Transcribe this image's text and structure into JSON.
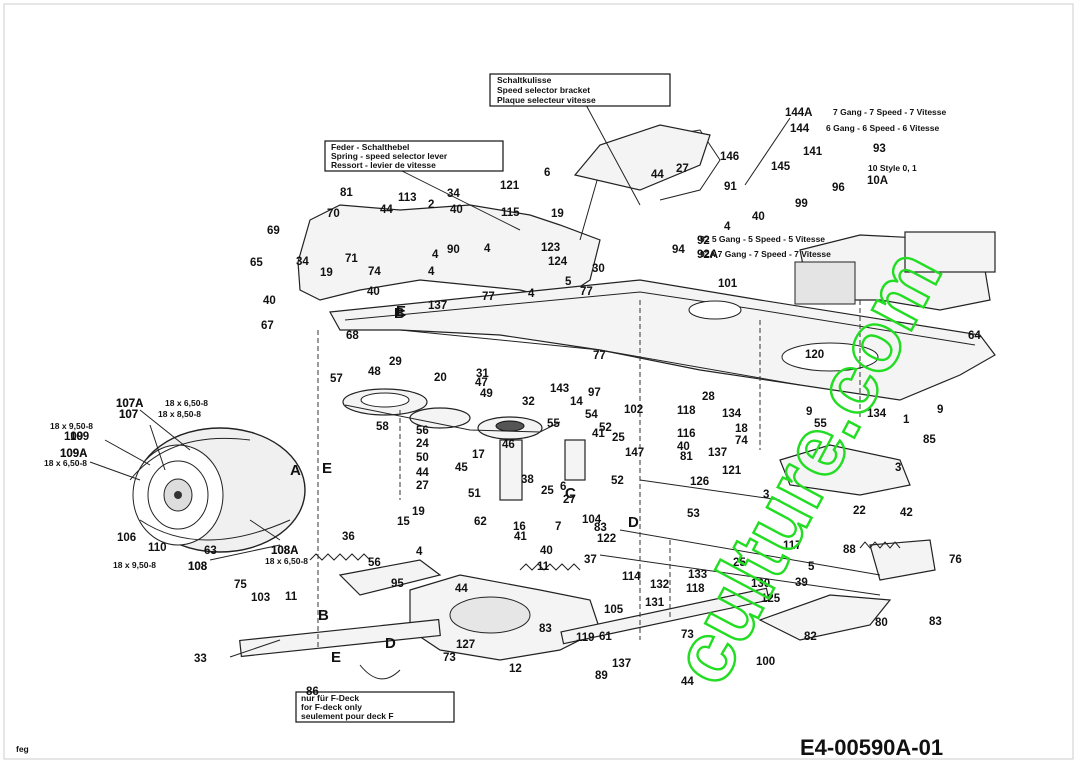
{
  "boxes": {
    "bracket": [
      "Schaltkulisse",
      "Speed selector bracket",
      "Plaque selecteur vitesse"
    ],
    "spring": [
      "Feder - Schalthebel",
      "Spring - speed selector lever",
      "Ressort - levier de vitesse"
    ],
    "fdeck": [
      "nur für F-Deck",
      "for F-deck only",
      "seulement pour deck F"
    ]
  },
  "notes": {
    "n144a_code": "144A",
    "n144a_text": "7 Gang - 7 Speed - 7 Vitesse",
    "n144_code": "144",
    "n144_text": "6 Gang - 6 Speed - 6 Vitesse",
    "n10_text": "10 Style 0, 1",
    "n92_text": "92 5 Gang - 5 Speed - 5 Vitesse",
    "n92a_text": "92A 7 Gang - 7 Speed - 7 Vitesse",
    "n107a_code": "107A",
    "n107a_size": "18 x 6,50-8",
    "n107_code": "107",
    "n107_size": "18 x 8,50-8",
    "n109_size": "18 x 9,50-8",
    "n109_code": "109",
    "n109a_code": "109A",
    "n109a_size": "18 x 6,50-8",
    "n108a_code": "108A",
    "n108a_size": "18 x 6,50-8",
    "n108_size": "18 x 9,50-8",
    "n108_code": "108"
  },
  "footer": {
    "code": "E4-00590A-01",
    "small": "feg"
  },
  "watermark": "culture.com",
  "labels": [
    "6",
    "27",
    "121",
    "146",
    "145",
    "141",
    "93",
    "96",
    "10A",
    "99",
    "91",
    "44",
    "4",
    "40",
    "92",
    "94",
    "92A",
    "81",
    "113",
    "34",
    "2",
    "40",
    "44",
    "70",
    "90",
    "4",
    "115",
    "19",
    "69",
    "71",
    "4",
    "123",
    "124",
    "65",
    "34",
    "19",
    "74",
    "4",
    "30",
    "5",
    "77",
    "4",
    "40",
    "137",
    "77",
    "101",
    "40",
    "67",
    "68",
    "B",
    "64",
    "29",
    "77",
    "120",
    "57",
    "48",
    "20",
    "31",
    "47",
    "143",
    "97",
    "107A",
    "107",
    "49",
    "32",
    "14",
    "102",
    "118",
    "134",
    "9",
    "134",
    "9",
    "109",
    "56",
    "58",
    "55",
    "54",
    "52",
    "18",
    "55",
    "109A",
    "24",
    "1",
    "46",
    "116",
    "40",
    "74",
    "85",
    "50",
    "17",
    "41",
    "25",
    "137",
    "45",
    "3",
    "121",
    "44",
    "38",
    "25",
    "52",
    "126",
    "3",
    "42",
    "27",
    "51",
    "27",
    "106",
    "110",
    "63",
    "E",
    "19",
    "62",
    "16",
    "41",
    "53",
    "22",
    "36",
    "15",
    "104",
    "83",
    "122",
    "D",
    "108A",
    "108",
    "56",
    "4",
    "40",
    "25",
    "117",
    "88",
    "76",
    "75",
    "95",
    "11",
    "37",
    "133",
    "114",
    "132",
    "130",
    "39",
    "103",
    "11",
    "B",
    "44",
    "118",
    "125",
    "80",
    "83",
    "105",
    "131",
    "83",
    "127",
    "119",
    "61",
    "D",
    "33",
    "E",
    "73",
    "12",
    "73",
    "82",
    "100",
    "89",
    "137",
    "44",
    "86",
    "147",
    "28",
    "C",
    "5",
    "81",
    "7",
    "6",
    "A",
    "E",
    "B",
    "F"
  ]
}
